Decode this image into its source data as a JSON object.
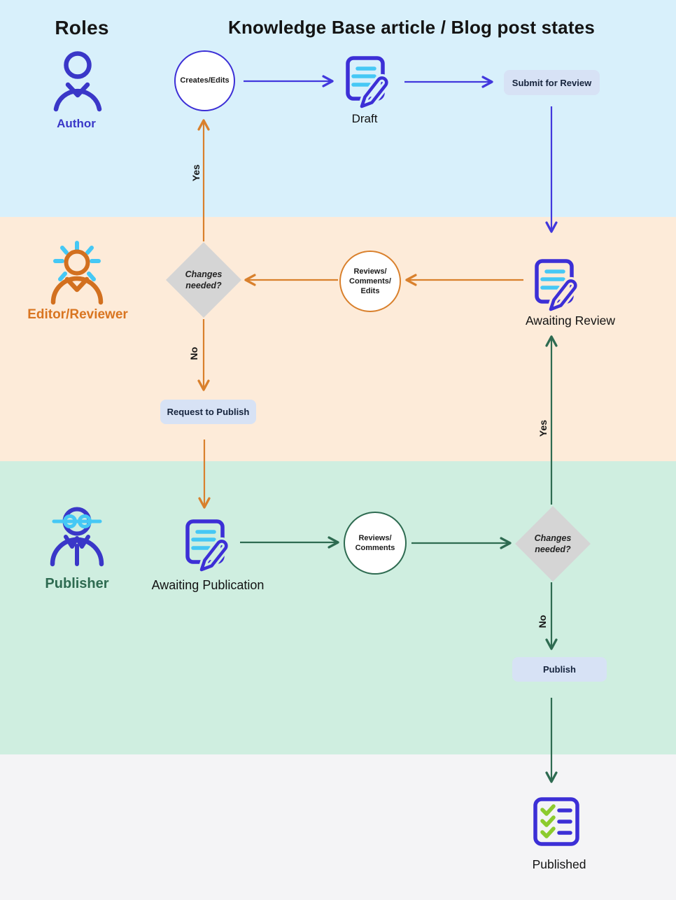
{
  "header": {
    "roles": "Roles",
    "title": "Knowledge Base article / Blog post states"
  },
  "roles": {
    "author": "Author",
    "editor": "Editor/Reviewer",
    "publisher": "Publisher"
  },
  "author_lane": {
    "creates_edits": "Creates/Edits",
    "draft": "Draft",
    "submit_for_review": "Submit for Review"
  },
  "editor_lane": {
    "changes_needed": "Changes\nneeded?",
    "reviews_comments_edits": "Reviews/\nComments/\nEdits",
    "awaiting_review": "Awaiting Review",
    "yes": "Yes",
    "no": "No",
    "request_to_publish": "Request to Publish"
  },
  "publisher_lane": {
    "awaiting_publication": "Awaiting Publication",
    "reviews_comments": "Reviews/\nComments",
    "changes_needed": "Changes\nneeded?",
    "yes": "Yes",
    "no": "No",
    "publish": "Publish"
  },
  "final_lane": {
    "published": "Published"
  },
  "colors": {
    "lane_author": "#d8f0fb",
    "lane_editor": "#fdebd9",
    "lane_publisher": "#cfeee0",
    "lane_final": "#f4f4f6",
    "accent_blue": "#3c2fd6",
    "accent_cyan": "#45c8f5",
    "accent_orange": "#d9802c",
    "accent_green": "#2e6b51",
    "accent_lime": "#8ccb2e",
    "diamond_gray": "#d5d5d5",
    "button_bg": "#d7e2f5",
    "button_text": "#15233c"
  }
}
